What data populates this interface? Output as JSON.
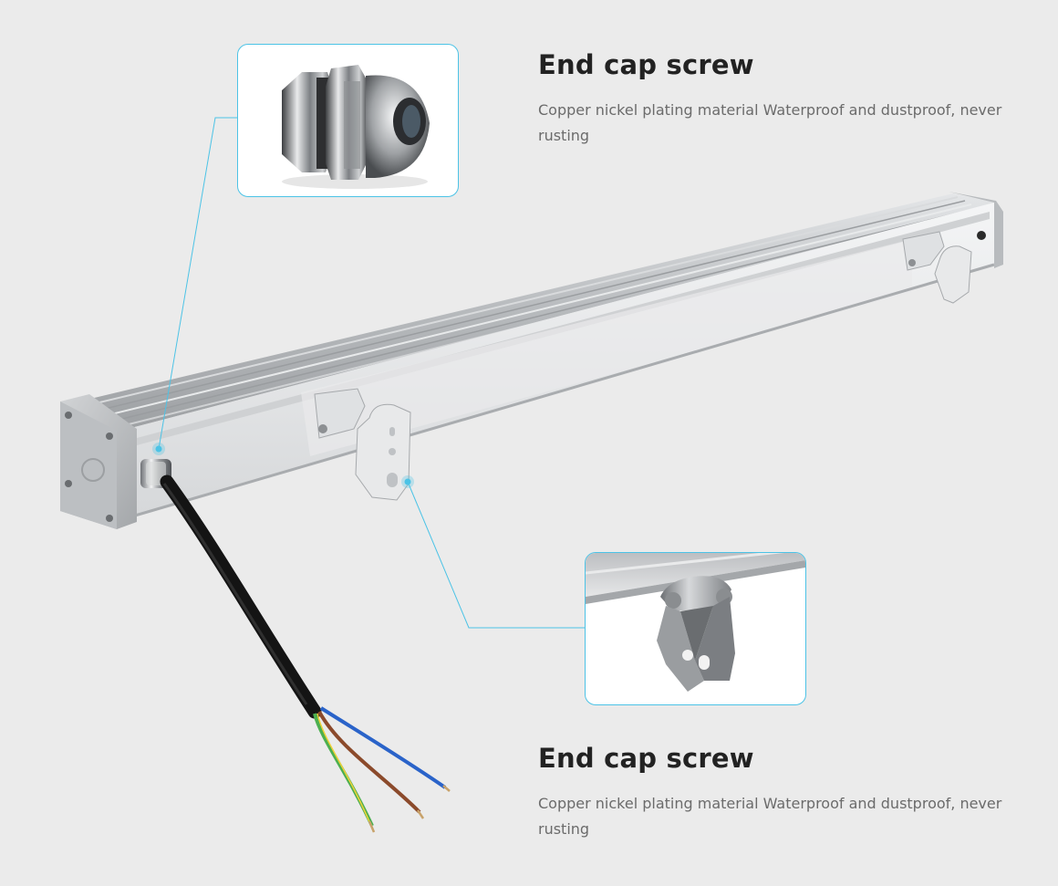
{
  "features": [
    {
      "title": "End cap screw",
      "description": "Copper nickel plating material Waterproof and dustproof, never rusting"
    },
    {
      "title": "End cap screw",
      "description": "Copper nickel plating material Waterproof and dustproof, never rusting"
    }
  ],
  "colors": {
    "background": "#ebebeb",
    "accent": "#4cc3e6",
    "title": "#222222",
    "description": "#6b6b6b",
    "aluminum": "#c8cacc"
  },
  "icons": {
    "product": "led-wall-washer-bar",
    "detail_1": "cable-gland",
    "detail_2": "mounting-bracket"
  }
}
